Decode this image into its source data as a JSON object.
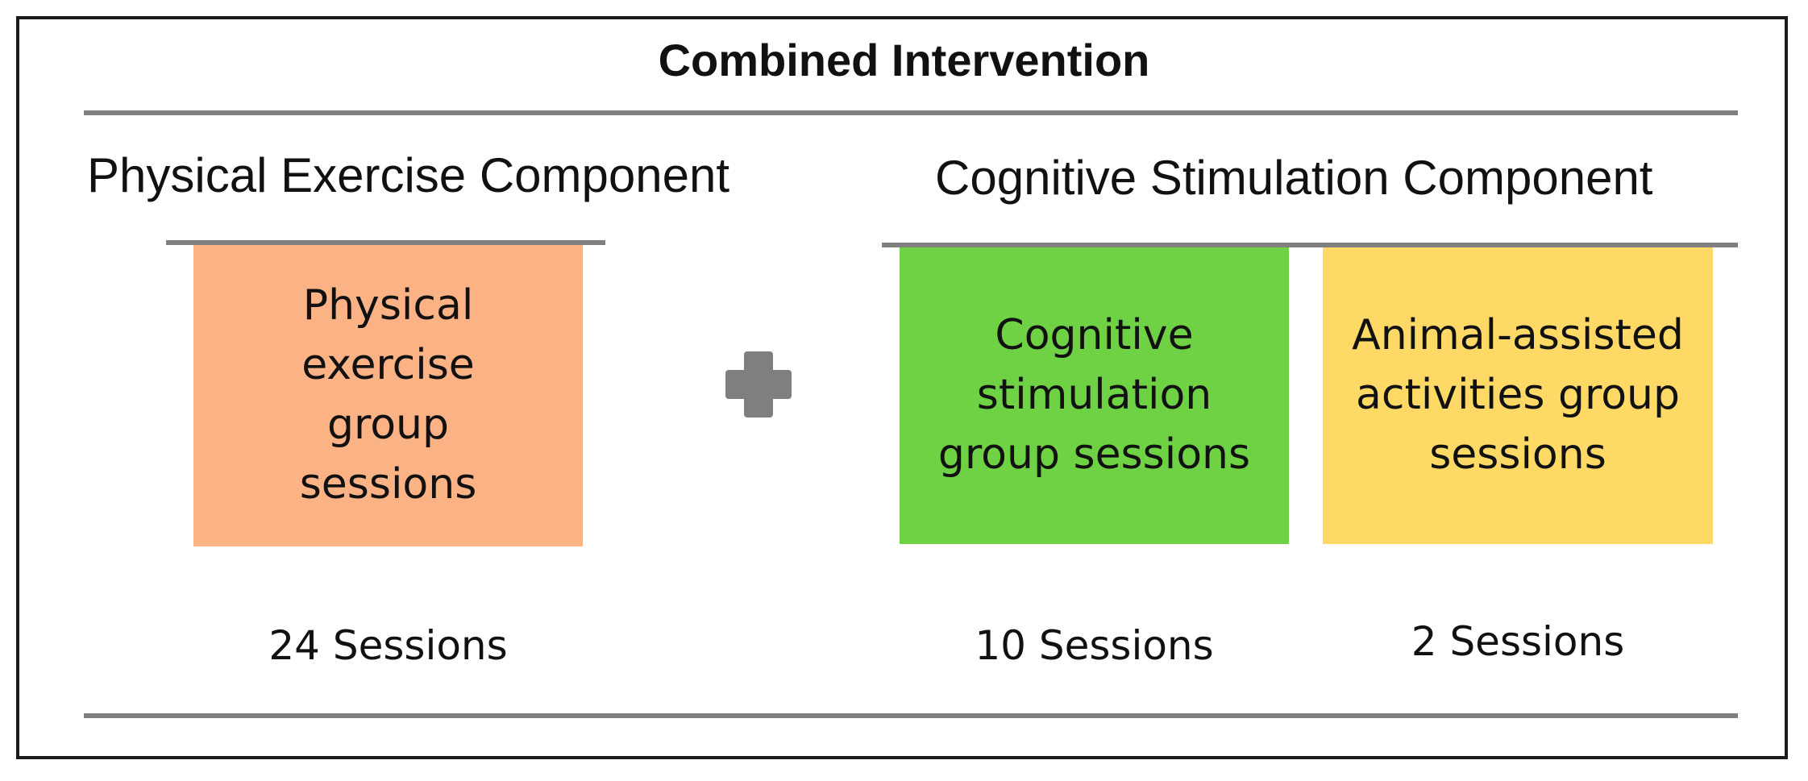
{
  "title": "Combined Intervention",
  "physical_component": {
    "heading": "Physical Exercise Component",
    "activities": [
      {
        "label": "Physical exercise group sessions",
        "sessions": "24 Sessions",
        "color": "#FBB284"
      }
    ]
  },
  "cognitive_component": {
    "heading": "Cognitive Stimulation Component",
    "activities": [
      {
        "label": "Cognitive stimulation group sessions",
        "sessions": "10 Sessions",
        "color": "#6FD245"
      },
      {
        "label": "Animal-assisted activities group sessions",
        "sessions": "2 Sessions",
        "color": "#FFD966"
      }
    ]
  },
  "connector_icon": "plus-icon",
  "colors": {
    "rule": "#808080",
    "frame": "#1a1a1a",
    "plus": "#7f7f7f"
  }
}
